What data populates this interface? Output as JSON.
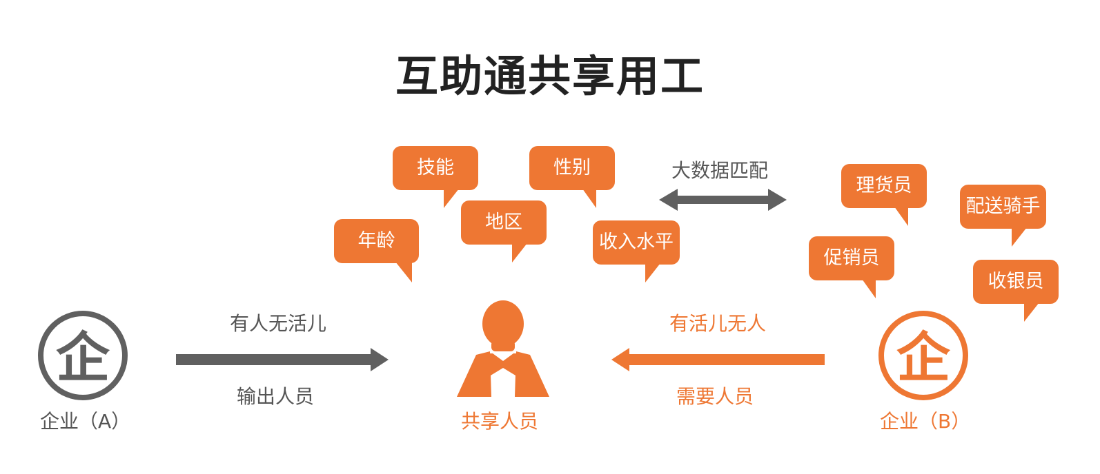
{
  "title": "互助通共享用工",
  "company_a": {
    "icon_char": "企",
    "label": "企业（A）"
  },
  "company_b": {
    "icon_char": "企",
    "label": "企业（B）"
  },
  "shared_person": {
    "label": "共享人员"
  },
  "left_arrow": {
    "top_text": "有人无活儿",
    "bottom_text": "输出人员"
  },
  "right_arrow": {
    "top_text": "有活儿无人",
    "bottom_text": "需要人员"
  },
  "match": {
    "text": "大数据匹配"
  },
  "attribute_bubbles": [
    "年龄",
    "技能",
    "地区",
    "性别",
    "收入水平"
  ],
  "role_bubbles": [
    "理货员",
    "配送骑手",
    "促销员",
    "收银员"
  ],
  "colors": {
    "orange": "#ee7733",
    "gray": "#606060",
    "dark_gray": "#555555"
  }
}
